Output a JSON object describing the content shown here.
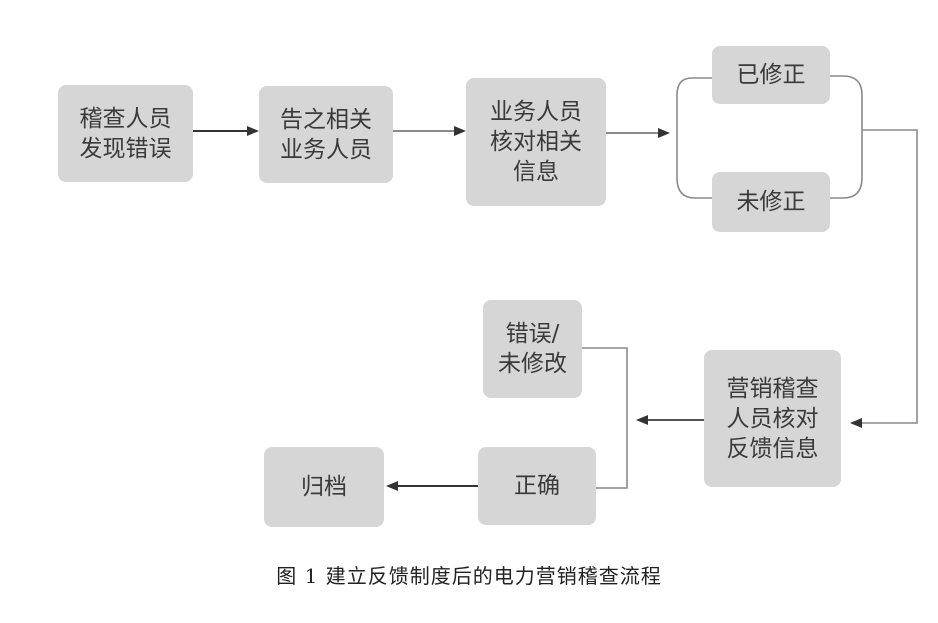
{
  "nodes": {
    "n1": "稽查人员\n发现错误",
    "n2": "告之相关\n业务人员",
    "n3": "业务人员\n核对相关\n信息",
    "n4": "已修正",
    "n5": "未修正",
    "n6": "营销稽查\n人员核对\n反馈信息",
    "n7": "错误/\n未修改",
    "n8": "正确",
    "n9": "归档"
  },
  "caption": {
    "label": "图 1",
    "text": "建立反馈制度后的电力营销稽查流程"
  },
  "colors": {
    "box": "#d6d6d6",
    "line": "#8a8a8a",
    "arrow": "#333333"
  }
}
